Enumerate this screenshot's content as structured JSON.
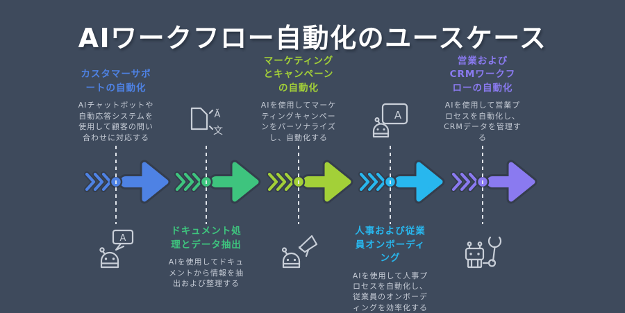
{
  "title": "AIワークフロー自動化のユースケース",
  "theme": {
    "background": "#3E4A5C",
    "title_color": "#FFFFFF",
    "desc_color": "#C5CBD5",
    "icon_color": "#C9CFD8",
    "dash_color": "#E8ECF1",
    "outline_color": "#343D4C"
  },
  "stages": [
    {
      "id": "customer-support",
      "heading": "カスタマーサポ\nートの自動化",
      "description": "AIチャットボットや\n自動応答システムを\n使用して顧客の問い\n合わせに対応する",
      "color": "#4E82E4",
      "icon": "robot-chat-icon",
      "text_position": "top"
    },
    {
      "id": "document-processing",
      "heading": "ドキュメント処\n理とデータ抽出",
      "description": "AIを使用してドキュ\nメントから情報を抽\n出および整理する",
      "color": "#3EC47E",
      "icon": "document-translate-icon",
      "text_position": "bottom"
    },
    {
      "id": "marketing-campaigns",
      "heading": "マーケティング\nとキャンペーン\nの自動化",
      "description": "AIを使用してマーケ\nティングキャンペー\nンをパーソナライズ\nし、自動化する",
      "color": "#A3D038",
      "icon": "robot-megaphone-icon",
      "text_position": "top"
    },
    {
      "id": "hr-onboarding",
      "heading": "人事および従業\n員オンボーディ\nング",
      "description": "AIを使用して人事プ\nロセスを自動化し、\n従業員のオンボーデ\nィングを効率化する",
      "color": "#28B7EE",
      "icon": "robot-board-icon",
      "text_position": "bottom"
    },
    {
      "id": "sales-crm",
      "heading": "営業および\nCRMワークフ\nローの自動化",
      "description": "AIを使用して営業プ\nロセスを自動化し、\nCRMデータを管理す\nる",
      "color": "#8A7AF0",
      "icon": "robot-wrench-icon",
      "text_position": "top"
    }
  ],
  "icon_glyphs": {
    "chat_bubble_letter": "A",
    "translate_letter_latin": "Ã",
    "translate_letter_cjk": "文",
    "board_letter": "A"
  }
}
